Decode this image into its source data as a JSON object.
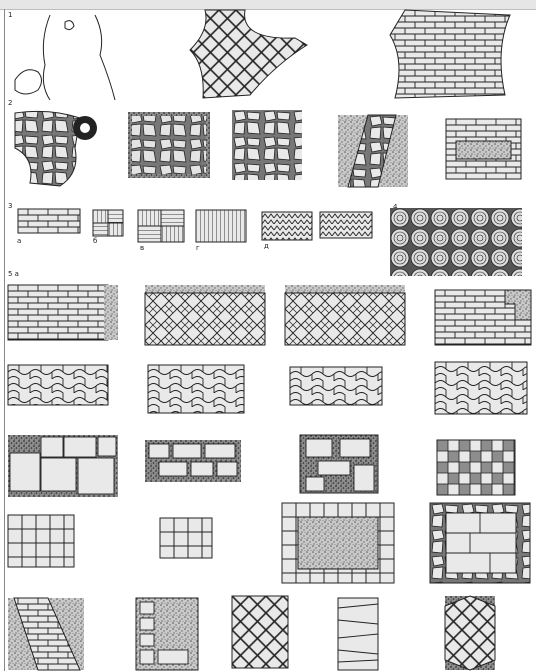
{
  "section_labels": {
    "s1": "1",
    "s2": "2",
    "s3": "3",
    "s4": "4",
    "s5": "5 a"
  },
  "row3_sublabels": [
    "a",
    "б",
    "в",
    "г",
    "д"
  ],
  "colors": {
    "ink": "#222222",
    "tile_fill": "#e9e9e9",
    "gravel": "#9a9a9a",
    "background": "#ffffff"
  }
}
